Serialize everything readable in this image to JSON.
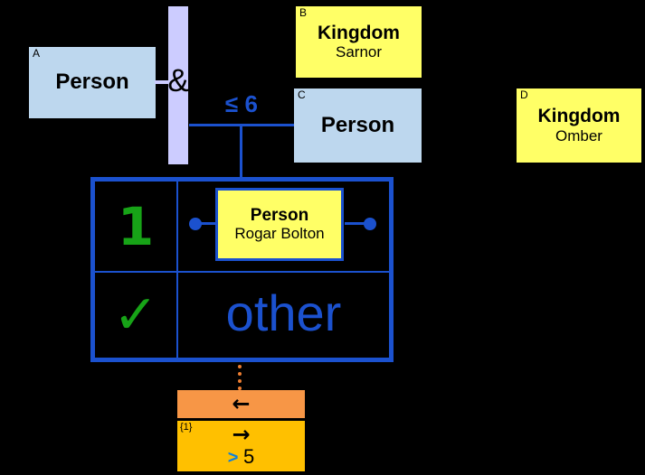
{
  "colors": {
    "background": "#000000",
    "light_blue": "#BDD7EE",
    "lavender": "#CCCCFF",
    "yellow": "#FFFF66",
    "blue": "#1B51CE",
    "green": "#17A317",
    "orange": "#F79646",
    "gold": "#FFC000",
    "dotted_orange": "#ED7D31",
    "cmp_blue": "#1080D8"
  },
  "diagram": {
    "person_a": {
      "tag": "A",
      "title": "Person"
    },
    "junction": {
      "operator": "&"
    },
    "kingdom_b": {
      "tag": "B",
      "title": "Kingdom",
      "subtitle": "Sarnor"
    },
    "person_c": {
      "tag": "C",
      "title": "Person"
    },
    "kingdom_d": {
      "tag": "D",
      "title": "Kingdom",
      "subtitle": "Omber"
    },
    "frequency_constraint": "≤ 6",
    "matrix": {
      "top_left": "1",
      "check": "✓",
      "other_label": "other",
      "entity": {
        "title": "Person",
        "subtitle": "Rogar Bolton"
      }
    },
    "sequence": {
      "annotation": "{1}",
      "back_arrow": "←",
      "forward_arrow": "→",
      "comparison": {
        "operator": ">",
        "value": "5"
      }
    }
  }
}
